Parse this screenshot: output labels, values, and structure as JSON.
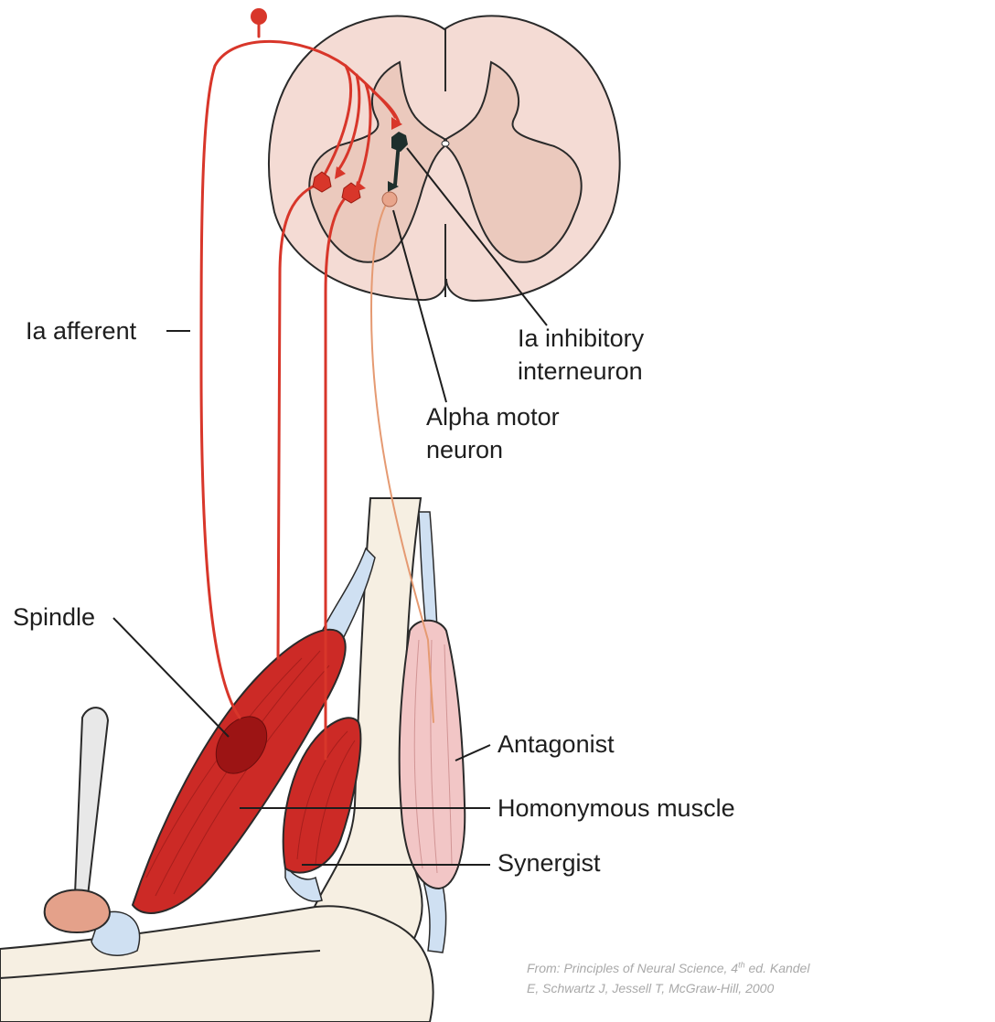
{
  "labels": {
    "ia_afferent": "Ia afferent",
    "ia_inhibitory_interneuron": [
      "Ia inhibitory",
      "interneuron"
    ],
    "alpha_motor_neuron": [
      "Alpha motor",
      "neuron"
    ],
    "spindle": "Spindle",
    "antagonist": "Antagonist",
    "homonymous_muscle": "Homonymous muscle",
    "synergist": "Synergist"
  },
  "credit": {
    "line1_pre": "From: Principles of Neural Science, 4",
    "line1_sup": "th",
    "line1_post": " ed. Kandel",
    "line2": "E, Schwartz J, Jessell T, McGraw-Hill, 2000"
  },
  "colors": {
    "afferent": "#d8362a",
    "cord": "#f4dbd4",
    "grey_matter": "#ebc9bd",
    "muscle": "#cc2a26",
    "antagonist": "#f2c6c6",
    "bone": "#f6efe2",
    "tendon": "#cfe0f2",
    "interneuron": "#1f2f2c"
  }
}
